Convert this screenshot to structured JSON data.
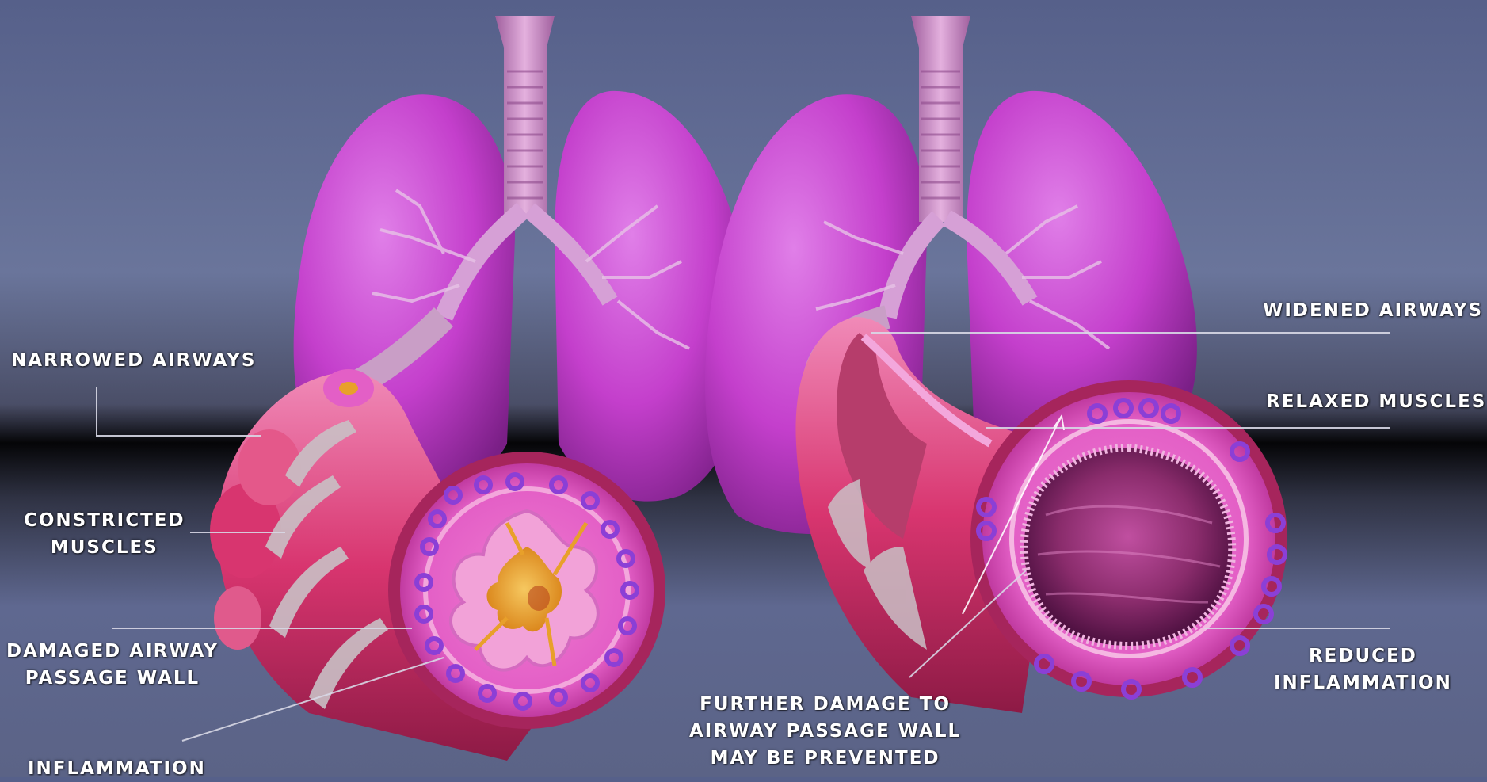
{
  "labels": {
    "narrowed_airways": "NARROWED AIRWAYS",
    "constricted_muscles": [
      "CONSTRICTED",
      "MUSCLES"
    ],
    "damaged_wall": [
      "DAMAGED AIRWAY",
      "PASSAGE WALL"
    ],
    "inflammation": "INFLAMMATION",
    "widened_airways": "WIDENED AIRWAYS",
    "relaxed_muscles": "RELAXED MUSCLES",
    "reduced_inflammation": [
      "REDUCED",
      "INFLAMMATION"
    ],
    "further_damage": [
      "FURTHER DAMAGE TO",
      "AIRWAY PASSAGE WALL",
      "MAY BE PREVENTED"
    ]
  },
  "colors": {
    "lung": "#c43fcc",
    "airway_pink": "#e8478a",
    "muscle_band": "#c9c0c5",
    "mucus": "#e8a02a",
    "cell_ring": "#8b3fd6",
    "background_blue": "#5f6890"
  }
}
